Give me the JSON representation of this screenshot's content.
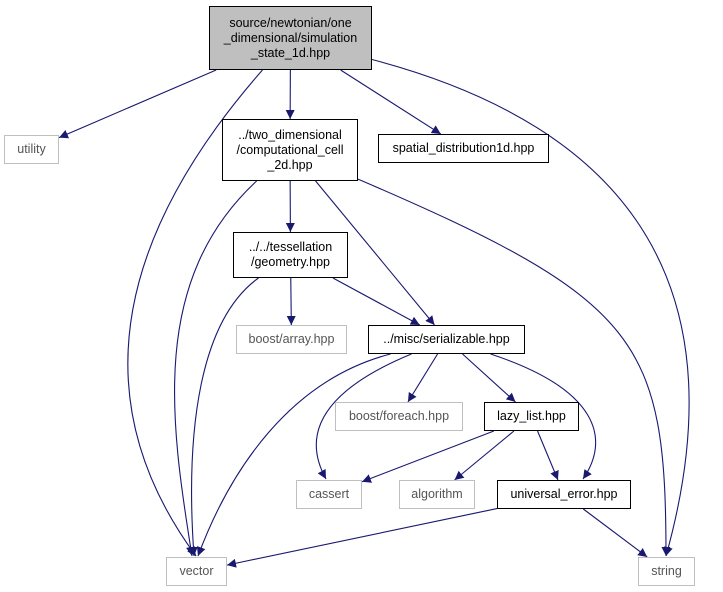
{
  "colors": {
    "edge": "#191970",
    "root_fill": "#bfbfbf",
    "external_border": "#bfbfbf",
    "internal_border": "#000000"
  },
  "nodes": {
    "root": {
      "lines": [
        "source/newtonian/one",
        "_dimensional/simulation",
        "_state_1d.hpp"
      ]
    },
    "utility": {
      "lines": [
        "utility"
      ]
    },
    "computational_cell": {
      "lines": [
        "../two_dimensional",
        "/computational_cell",
        "_2d.hpp"
      ]
    },
    "spatial_distribution": {
      "lines": [
        "spatial_distribution1d.hpp"
      ]
    },
    "geometry": {
      "lines": [
        "../../tessellation",
        "/geometry.hpp"
      ]
    },
    "boost_array": {
      "lines": [
        "boost/array.hpp"
      ]
    },
    "serializable": {
      "lines": [
        "../misc/serializable.hpp"
      ]
    },
    "boost_foreach": {
      "lines": [
        "boost/foreach.hpp"
      ]
    },
    "lazy_list": {
      "lines": [
        "lazy_list.hpp"
      ]
    },
    "cassert": {
      "lines": [
        "cassert"
      ]
    },
    "algorithm": {
      "lines": [
        "algorithm"
      ]
    },
    "universal_error": {
      "lines": [
        "universal_error.hpp"
      ]
    },
    "vector": {
      "lines": [
        "vector"
      ]
    },
    "string": {
      "lines": [
        "string"
      ]
    }
  },
  "edges": [
    [
      "root",
      "utility"
    ],
    [
      "root",
      "computational_cell"
    ],
    [
      "root",
      "spatial_distribution"
    ],
    [
      "root",
      "vector"
    ],
    [
      "root",
      "string"
    ],
    [
      "computational_cell",
      "geometry"
    ],
    [
      "computational_cell",
      "serializable"
    ],
    [
      "computational_cell",
      "vector"
    ],
    [
      "computational_cell",
      "string"
    ],
    [
      "geometry",
      "boost_array"
    ],
    [
      "geometry",
      "serializable"
    ],
    [
      "geometry",
      "vector"
    ],
    [
      "serializable",
      "boost_foreach"
    ],
    [
      "serializable",
      "lazy_list"
    ],
    [
      "serializable",
      "cassert"
    ],
    [
      "serializable",
      "universal_error"
    ],
    [
      "serializable",
      "vector"
    ],
    [
      "lazy_list",
      "cassert"
    ],
    [
      "lazy_list",
      "algorithm"
    ],
    [
      "lazy_list",
      "universal_error"
    ],
    [
      "universal_error",
      "vector"
    ],
    [
      "universal_error",
      "string"
    ]
  ]
}
